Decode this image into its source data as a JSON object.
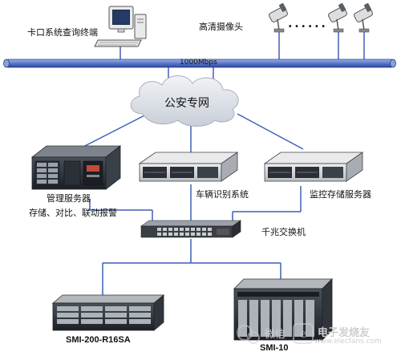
{
  "labels": {
    "query_terminal": "卡口系统查询终端",
    "hd_camera": "高清摄像头",
    "dots": "• • • • • •",
    "bandwidth": "1000Mbps",
    "police_net": "公安专网",
    "mgmt_server": "管理服务器",
    "mgmt_functions": "存储、对比、联动报警",
    "vehicle_recog": "车辆识别系统",
    "storage_server": "监控存储服务器",
    "gigabit_switch": "千兆交换机",
    "storage_model_1": "SMI-200-R16SA",
    "storage_model_2": "SMI-10"
  },
  "watermark": {
    "wechat": "微信",
    "site_name": "电子发烧友",
    "site_url": "www.elecfans.com"
  },
  "colors": {
    "bus_blue": "#5b78c8",
    "link_blue": "#3f5fb8",
    "cloud_fill": "#dfe3ea",
    "server_dark": "#2a2f36",
    "rack_gray": "#d7d9dc"
  }
}
